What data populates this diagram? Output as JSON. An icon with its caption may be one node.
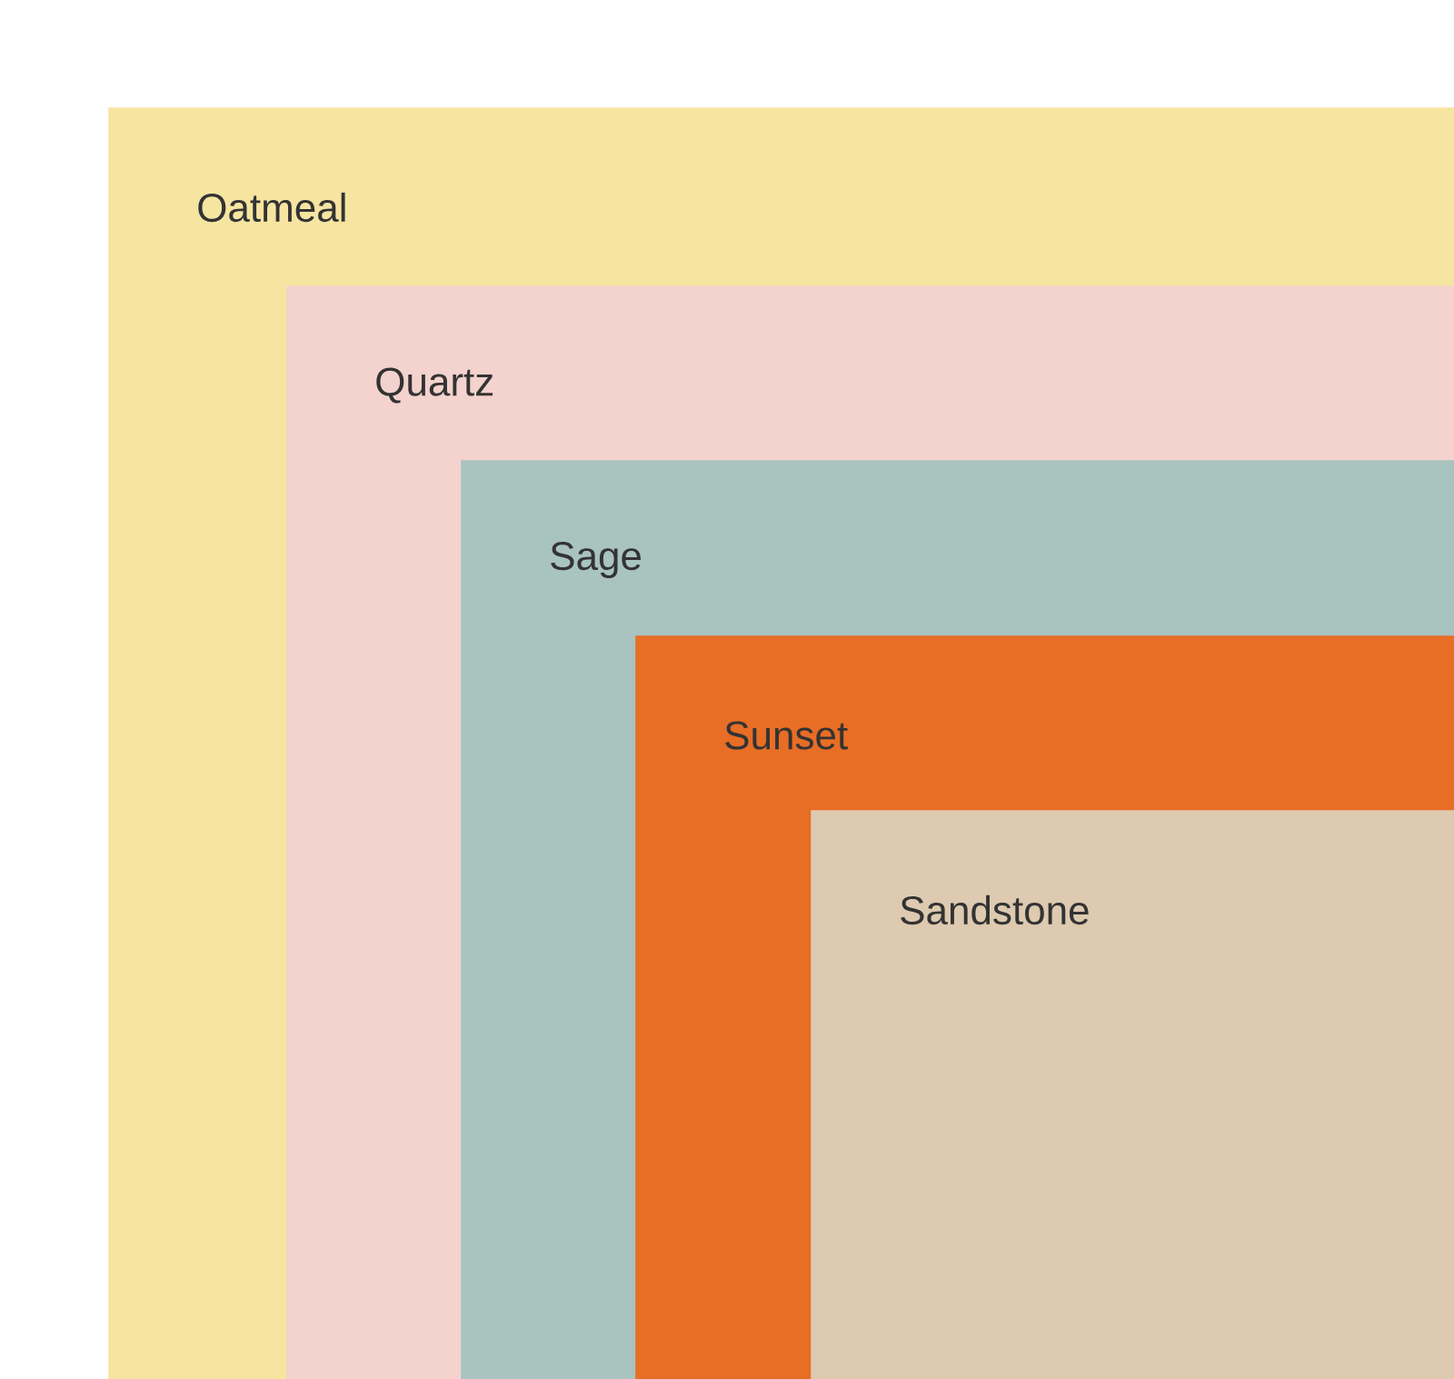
{
  "diagram": {
    "nodes": [
      {
        "text": [
          "Oatmeal"
        ]
      },
      {
        "text": [
          "Quartz"
        ],
        "in": 0
      },
      {
        "text": [
          "Sage"
        ],
        "in": 1
      },
      {
        "text": [
          "Sunset"
        ],
        "in": 2
      },
      {
        "text": [
          "Sandstone"
        ],
        "in": 3
      }
    ]
  }
}
